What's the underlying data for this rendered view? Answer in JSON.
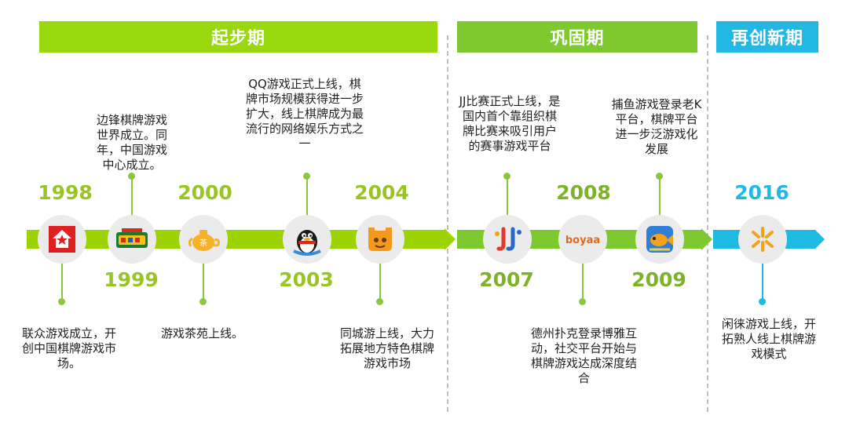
{
  "phases": [
    {
      "label": "起步期"
    },
    {
      "label": "巩固期"
    },
    {
      "label": "再创新期"
    }
  ],
  "events": [
    {
      "year": "1998",
      "text": "联众游戏成立，开创中国棋牌游戏市场。",
      "icon": "red-house-logo-icon"
    },
    {
      "year": "1999",
      "text": "边锋棋牌游戏世界成立。同年，中国游戏中心成立。",
      "icon": "game-center-logo-icon"
    },
    {
      "year": "2000",
      "text": "游戏茶苑上线。",
      "icon": "teapot-logo-icon"
    },
    {
      "year": "2003",
      "text": "QQ游戏正式上线，棋牌市场规模获得进一步扩大，线上棋牌成为最流行的网络娱乐方式之一",
      "icon": "qq-penguin-icon"
    },
    {
      "year": "2004",
      "text": "同城游上线，大力拓展地方特色棋牌游戏市场",
      "icon": "tongchengyou-logo-icon"
    },
    {
      "year": "2007",
      "text": "JJ比赛正式上线，是国内首个靠组织棋牌比赛来吸引用户的赛事游戏平台",
      "icon": "jj-logo-icon"
    },
    {
      "year": "2008",
      "text": "德州扑克登录博雅互动，社交平台开始与棋牌游戏达成深度结合",
      "icon": "boyaa-logo-icon"
    },
    {
      "year": "2009",
      "text": "捕鱼游戏登录老K平台，棋牌平台进一步泛游戏化发展",
      "icon": "fishing-game-icon"
    },
    {
      "year": "2016",
      "text": "闲徕游戏上线，开拓熟人线上棋牌游戏模式",
      "icon": "xianlai-logo-icon"
    }
  ],
  "boyaa_logo_text": "boyaa",
  "colors": {
    "green": "#8cc63f",
    "lime": "#9bd400",
    "blue": "#1ebae4",
    "text": "#222222"
  }
}
